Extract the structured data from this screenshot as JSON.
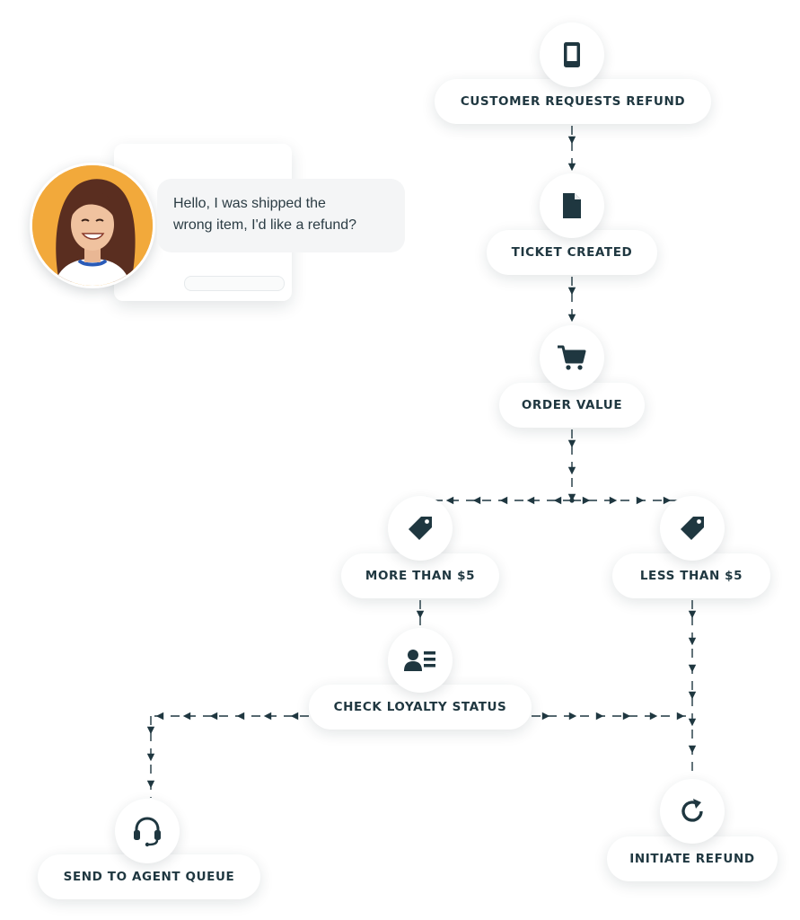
{
  "chat": {
    "message_line1": "Hello, I was shipped the",
    "message_line2": "wrong item, I'd like a refund?"
  },
  "flow": {
    "customer_requests_refund": "CUSTOMER REQUESTS REFUND",
    "ticket_created": "TICKET CREATED",
    "order_value": "ORDER VALUE",
    "more_than": "MORE THAN $5",
    "less_than": "LESS THAN $5",
    "check_loyalty_status": "CHECK LOYALTY STATUS",
    "send_to_agent_queue": "SEND TO AGENT QUEUE",
    "initiate_refund": "INITIATE REFUND"
  },
  "icons": {
    "customer_requests_refund": "smartphone-icon",
    "ticket_created": "document-icon",
    "order_value": "shopping-cart-icon",
    "more_than": "price-tag-icon",
    "less_than": "price-tag-icon",
    "check_loyalty_status": "profile-card-icon",
    "send_to_agent_queue": "headset-icon",
    "initiate_refund": "refresh-icon"
  },
  "colors": {
    "ink": "#1f3740",
    "avatar_background": "#f2a93b",
    "bubble": "#f4f5f6"
  }
}
